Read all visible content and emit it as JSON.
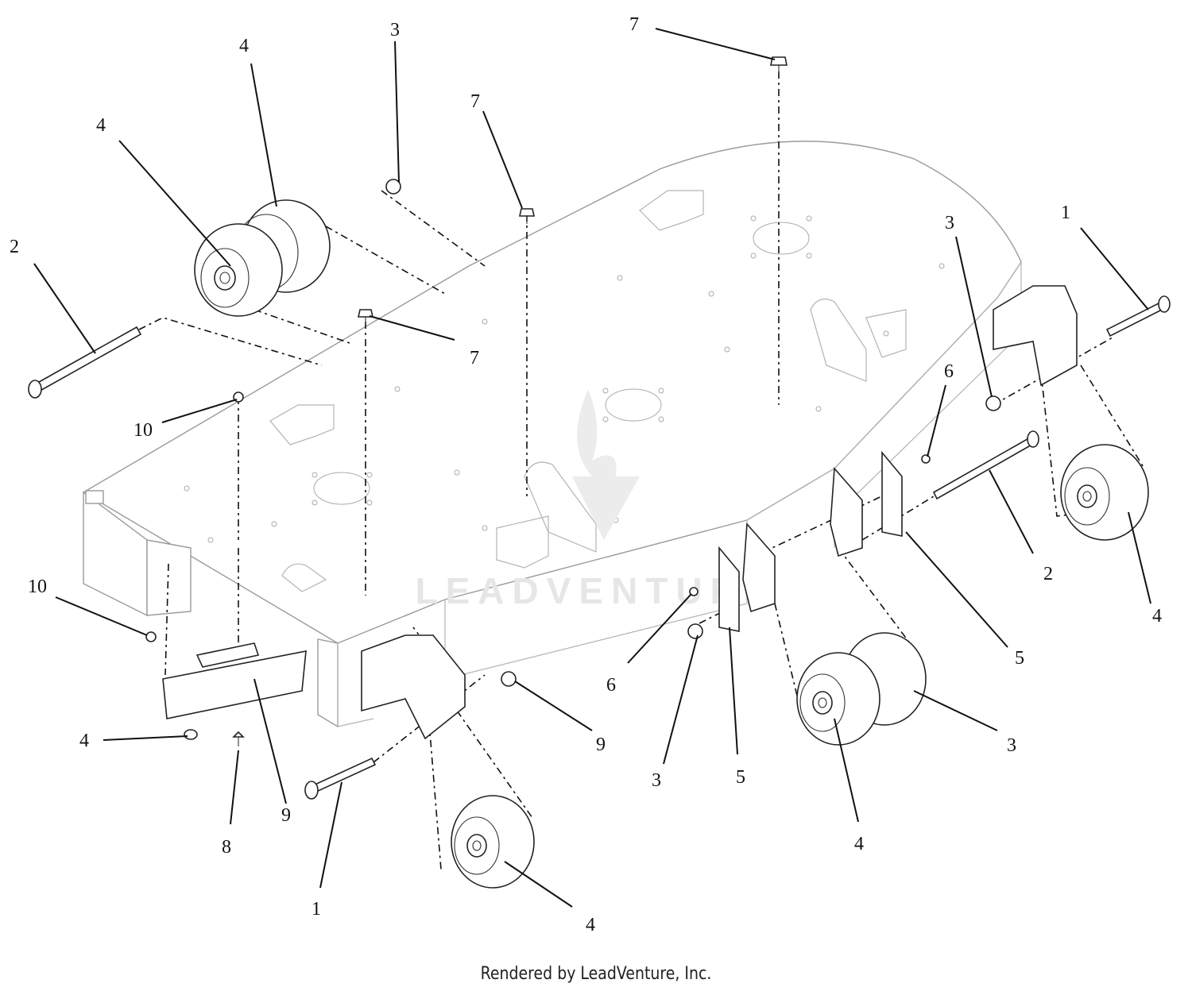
{
  "diagram": {
    "watermark": "LEADVENTURE",
    "callouts": [
      {
        "id": "c1",
        "label": "7"
      },
      {
        "id": "c2",
        "label": "3"
      },
      {
        "id": "c3",
        "label": "4"
      },
      {
        "id": "c4",
        "label": "4"
      },
      {
        "id": "c5",
        "label": "7"
      },
      {
        "id": "c6",
        "label": "2"
      },
      {
        "id": "c7",
        "label": "1"
      },
      {
        "id": "c8",
        "label": "3"
      },
      {
        "id": "c9",
        "label": "7"
      },
      {
        "id": "c10",
        "label": "10"
      },
      {
        "id": "c11",
        "label": "6"
      },
      {
        "id": "c12",
        "label": "2"
      },
      {
        "id": "c13",
        "label": "4"
      },
      {
        "id": "c14",
        "label": "10"
      },
      {
        "id": "c15",
        "label": "5"
      },
      {
        "id": "c16",
        "label": "6"
      },
      {
        "id": "c17",
        "label": "3"
      },
      {
        "id": "c18",
        "label": "4"
      },
      {
        "id": "c19",
        "label": "9"
      },
      {
        "id": "c20",
        "label": "8"
      },
      {
        "id": "c21",
        "label": "9"
      },
      {
        "id": "c22",
        "label": "3"
      },
      {
        "id": "c23",
        "label": "5"
      },
      {
        "id": "c24",
        "label": "4"
      },
      {
        "id": "c25",
        "label": "1"
      },
      {
        "id": "c26",
        "label": "4"
      }
    ]
  },
  "footer": {
    "text": "Rendered by LeadVenture, Inc."
  }
}
